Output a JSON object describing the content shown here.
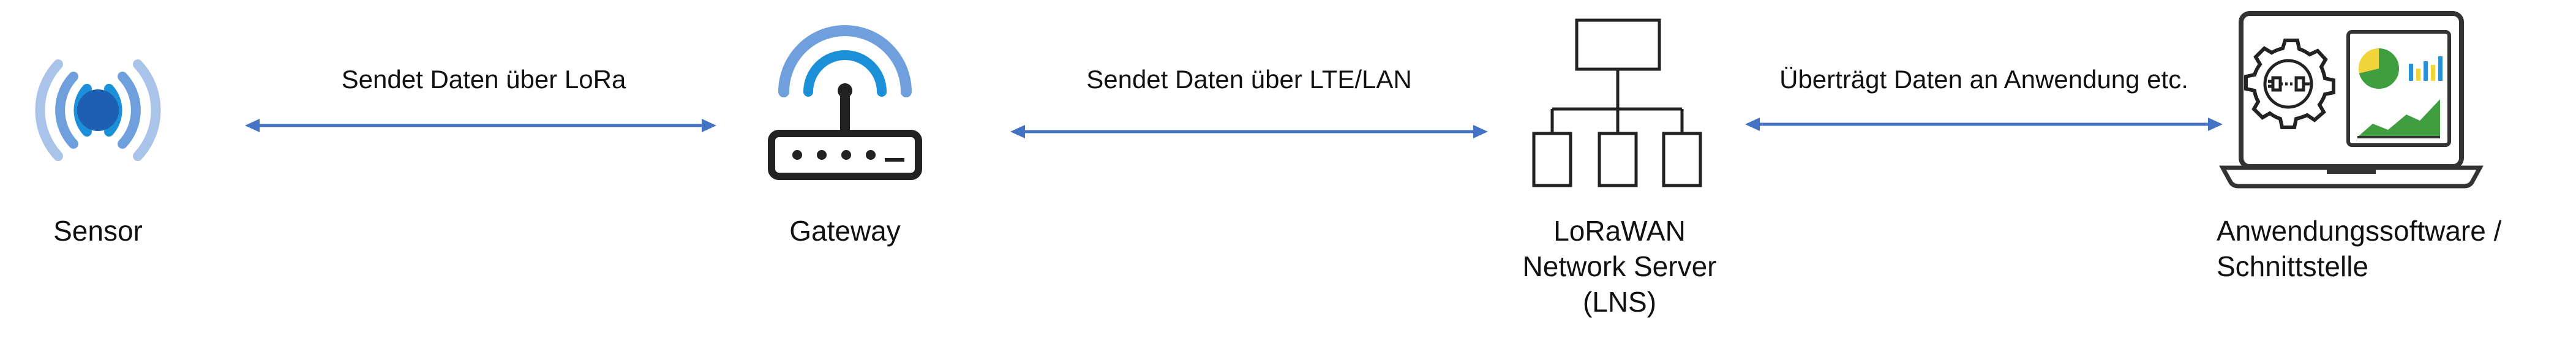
{
  "nodes": [
    {
      "id": "sensor",
      "label": "Sensor",
      "icon": "sensor-icon"
    },
    {
      "id": "gateway",
      "label": "Gateway",
      "icon": "gateway-router-icon"
    },
    {
      "id": "lns",
      "label_lines": [
        "LoRaWAN",
        "Network Server",
        "(LNS)"
      ],
      "icon": "network-server-icon"
    },
    {
      "id": "app",
      "label_lines": [
        "Anwendungssoftware /",
        "Schnittstelle"
      ],
      "icon": "laptop-dashboard-icon"
    }
  ],
  "links": [
    {
      "from": "sensor",
      "to": "gateway",
      "label": "Sendet Daten über LoRa",
      "bidirectional": true
    },
    {
      "from": "gateway",
      "to": "lns",
      "label": "Sendet Daten über LTE/LAN",
      "bidirectional": true
    },
    {
      "from": "lns",
      "to": "app",
      "label": "Überträgt Daten an Anwendung etc.",
      "bidirectional": true
    }
  ],
  "colors": {
    "arrow": "#4472c4",
    "wave_light": "#a9c4e8",
    "wave_mid": "#6f9fdc",
    "wave_dark": "#1b8fd8",
    "sensor_core": "#1d5fb0",
    "outline": "#222222",
    "chart_green": "#3f9e3f",
    "chart_yellow": "#f0d43a",
    "chart_blue": "#2a8fd6"
  }
}
